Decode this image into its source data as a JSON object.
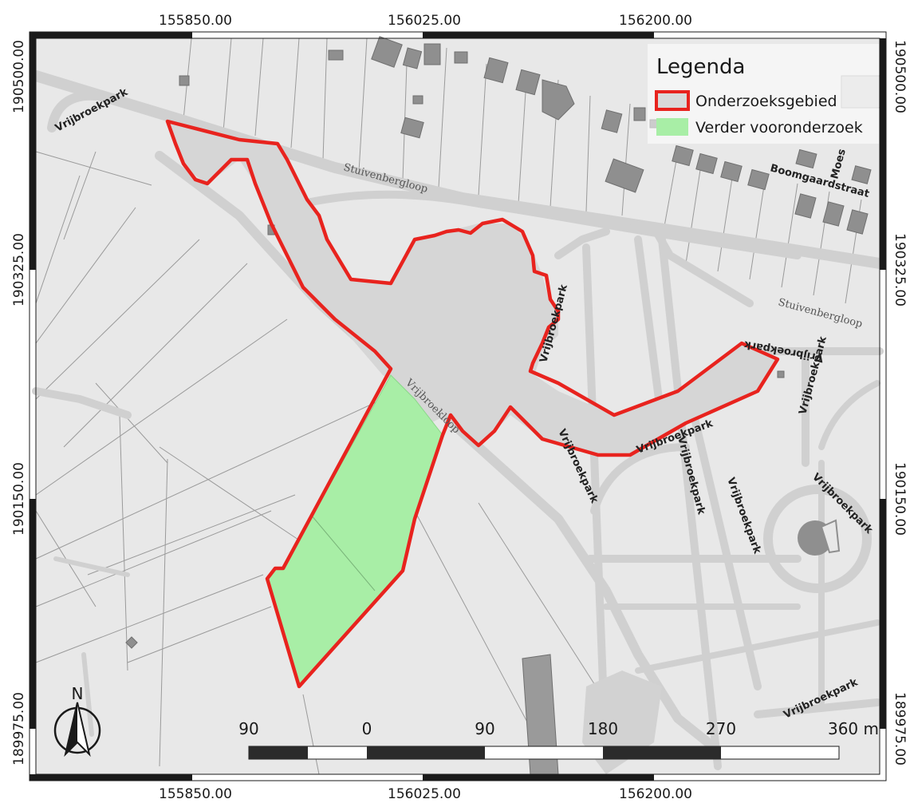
{
  "map": {
    "legend": {
      "title": "Legenda",
      "items": [
        {
          "label": "Onderzoeksgebied",
          "stroke": "#e8231e",
          "fill": "#d9d9d9"
        },
        {
          "label": "Verder vooronderzoek",
          "fill": "#a8eea6"
        }
      ]
    },
    "grid_labels": {
      "x": [
        "155850.00",
        "156025.00",
        "156200.00"
      ],
      "y": [
        "190500.00",
        "190325.00",
        "190150.00",
        "189975.00"
      ]
    },
    "street_labels": {
      "vrijbroekpark": "Vrijbroekpark",
      "stuivenbergloop": "Stuivenbergloop",
      "boomgaardstraat": "Boomgaardstraat",
      "moes": "Moes",
      "vrijbroekloop": "Vrijbroekloop"
    },
    "scale_bar": {
      "labels": [
        "90",
        "0",
        "90",
        "180",
        "270",
        "360 m"
      ]
    },
    "north_arrow": {
      "label": "N"
    },
    "colors": {
      "background": "#e8e8e8",
      "road": "#d2d2d2",
      "building": "#8f8f8f",
      "study_area_outline": "#e8231e",
      "further_research_fill": "#a8eea6"
    }
  }
}
